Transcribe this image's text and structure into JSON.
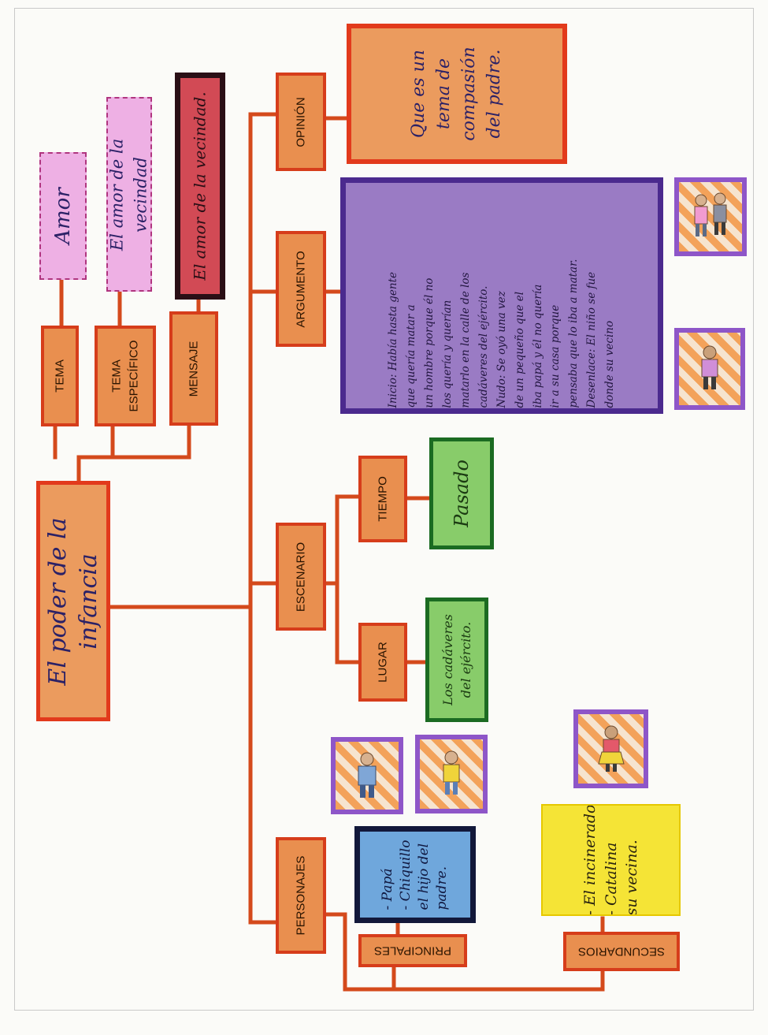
{
  "title": "El poder de la infancia",
  "nodes": {
    "tema": "TEMA",
    "tema_especifico": "TEMA ESPECÍFICO",
    "mensaje": "MENSAJE",
    "opinion": "OPINIÓN",
    "argumento": "ARGUMENTO",
    "escenario": "ESCENARIO",
    "tiempo": "TIEMPO",
    "lugar": "LUGAR",
    "personajes": "PERSONAJES",
    "principales": "PRINCIPALES",
    "secundarios": "SECUNDARIOS"
  },
  "notes": {
    "tema": "Amor",
    "tema_especifico": "El amor de la vecindad",
    "mensaje": "El amor de la vecindad.",
    "opinion": "Que es un tema de compasión del padre.",
    "argumento": [
      "Inicio: Había hasta gente",
      "que quería matar a",
      "un hombre porque él no",
      "los quería y querían",
      "matarlo en la calle de los",
      "cadáveres del ejército.",
      "Nudo: Se oyó una vez",
      "de un pequeño que el",
      "iba papá y él no quería",
      "ir a su casa porque",
      "pensaba que lo iba a matar.",
      "Desenlace: El niño se fue",
      "donde su vecino"
    ],
    "tiempo": "Pasado",
    "lugar": "Los cadáveres del ejército.",
    "principales": [
      "- Papá",
      "- Chiquillo",
      "el hijo del",
      "padre."
    ],
    "secundarios": [
      "- El incinerado",
      "- Catalina",
      "su vecina."
    ]
  },
  "colors": {
    "connector": "#d44a1c",
    "label_fill": "#e98f4f",
    "label_border": "#d63d1b",
    "pink_note": "#eeb0e4",
    "red_note": "#d24a55",
    "violet_note": "#9a7bc4",
    "green_note": "#88cc6a",
    "blue_note": "#6fa7dc",
    "yellow_note": "#f5e436",
    "card_border": "#8e56c8"
  }
}
